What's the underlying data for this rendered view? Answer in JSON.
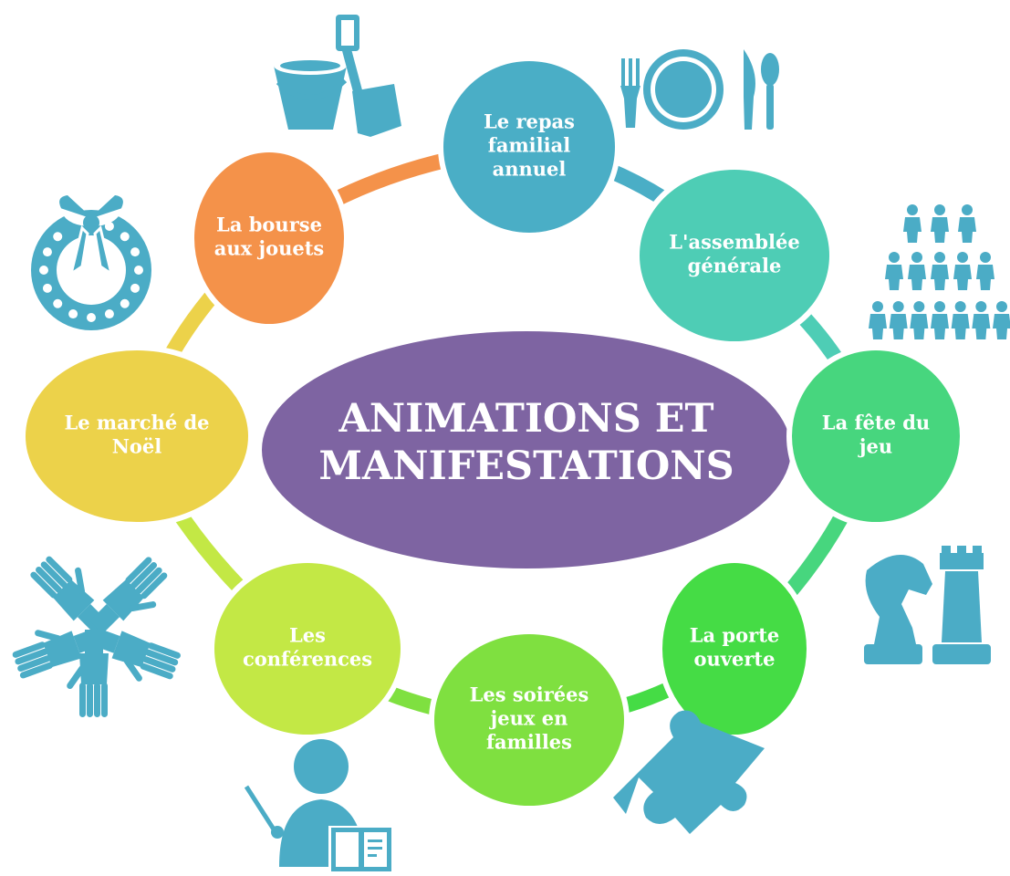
{
  "title_lines": [
    "ANIMATIONS ET",
    "MANIFESTATIONS"
  ],
  "colors": {
    "center": "#7e64a2",
    "icon": "#4bacc6",
    "white": "#ffffff"
  },
  "nodes": [
    {
      "lines": [
        "Le repas",
        "familial",
        "annuel"
      ],
      "color": "#4aaec6"
    },
    {
      "lines": [
        "L'assemblée",
        "générale"
      ],
      "color": "#4ecdb5"
    },
    {
      "lines": [
        "La fête du",
        "jeu"
      ],
      "color": "#47d67e"
    },
    {
      "lines": [
        "La porte",
        "ouverte"
      ],
      "color": "#45dc45"
    },
    {
      "lines": [
        "Les soirées",
        "jeux en",
        "familles"
      ],
      "color": "#7fe040"
    },
    {
      "lines": [
        "Les",
        "conférences"
      ],
      "color": "#c3e845"
    },
    {
      "lines": [
        "Le marché de",
        "Noël"
      ],
      "color": "#ecd24a"
    },
    {
      "lines": [
        "La bourse",
        "aux jouets"
      ],
      "color": "#f4924a"
    }
  ],
  "icons": [
    "bucket-spade-icon",
    "plate-cutlery-icon",
    "people-pyramid-icon",
    "chess-pieces-icon",
    "puzzle-piece-icon",
    "teacher-icon",
    "joined-hands-icon",
    "christmas-wreath-icon"
  ]
}
